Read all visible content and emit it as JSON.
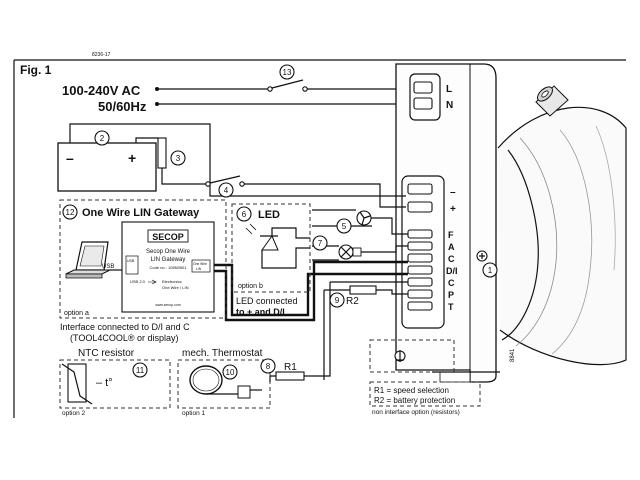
{
  "fig_label": "Fig. 1",
  "doc_code": "8236-17",
  "side_code": "8841",
  "supply": {
    "voltage": "100-240V AC",
    "frequency": "50/60Hz"
  },
  "terminals": {
    "ac": [
      "L",
      "N"
    ],
    "dc": [
      "–",
      "+"
    ],
    "ctrl": [
      "F",
      "A",
      "C",
      "D/I",
      "C",
      "P",
      "T"
    ]
  },
  "callouts": [
    "1",
    "2",
    "3",
    "4",
    "5",
    "6",
    "7",
    "8",
    "9",
    "10",
    "11",
    "12",
    "13"
  ],
  "battery": {
    "minus": "–",
    "plus": "+"
  },
  "gateway": {
    "title": "One Wire LIN Gateway",
    "brand": "SECOP",
    "line1": "Secop One Wire",
    "line2": "LIN Gateway",
    "code": "Code no.: 105N9501",
    "usb_tag": "USB",
    "usb2": "USB 2.0",
    "one_wire": "One Wire",
    "lin": "LIN",
    "electronics": "Electronics",
    "ow_lin": "One Wire / LIN",
    "footer": "www.secop.com",
    "option": "option a",
    "note_1": "Interface connected to D/I and C",
    "note_2": "(TOOL4COOL® or display)"
  },
  "led": {
    "title": "LED",
    "option": "option b",
    "note_1": "LED connected",
    "note_2": "to + and D/I"
  },
  "resistor_label": "R1",
  "resistor2_label": "R2",
  "ntc": {
    "title": "NTC resistor",
    "symbol": "– t°",
    "option": "option 2"
  },
  "thermostat": {
    "title": "mech. Thermostat",
    "option": "option 1"
  },
  "legend": {
    "r1": "R1 = speed selection",
    "r2": "R2 = battery protection",
    "note": "non interface option (resistors)"
  }
}
